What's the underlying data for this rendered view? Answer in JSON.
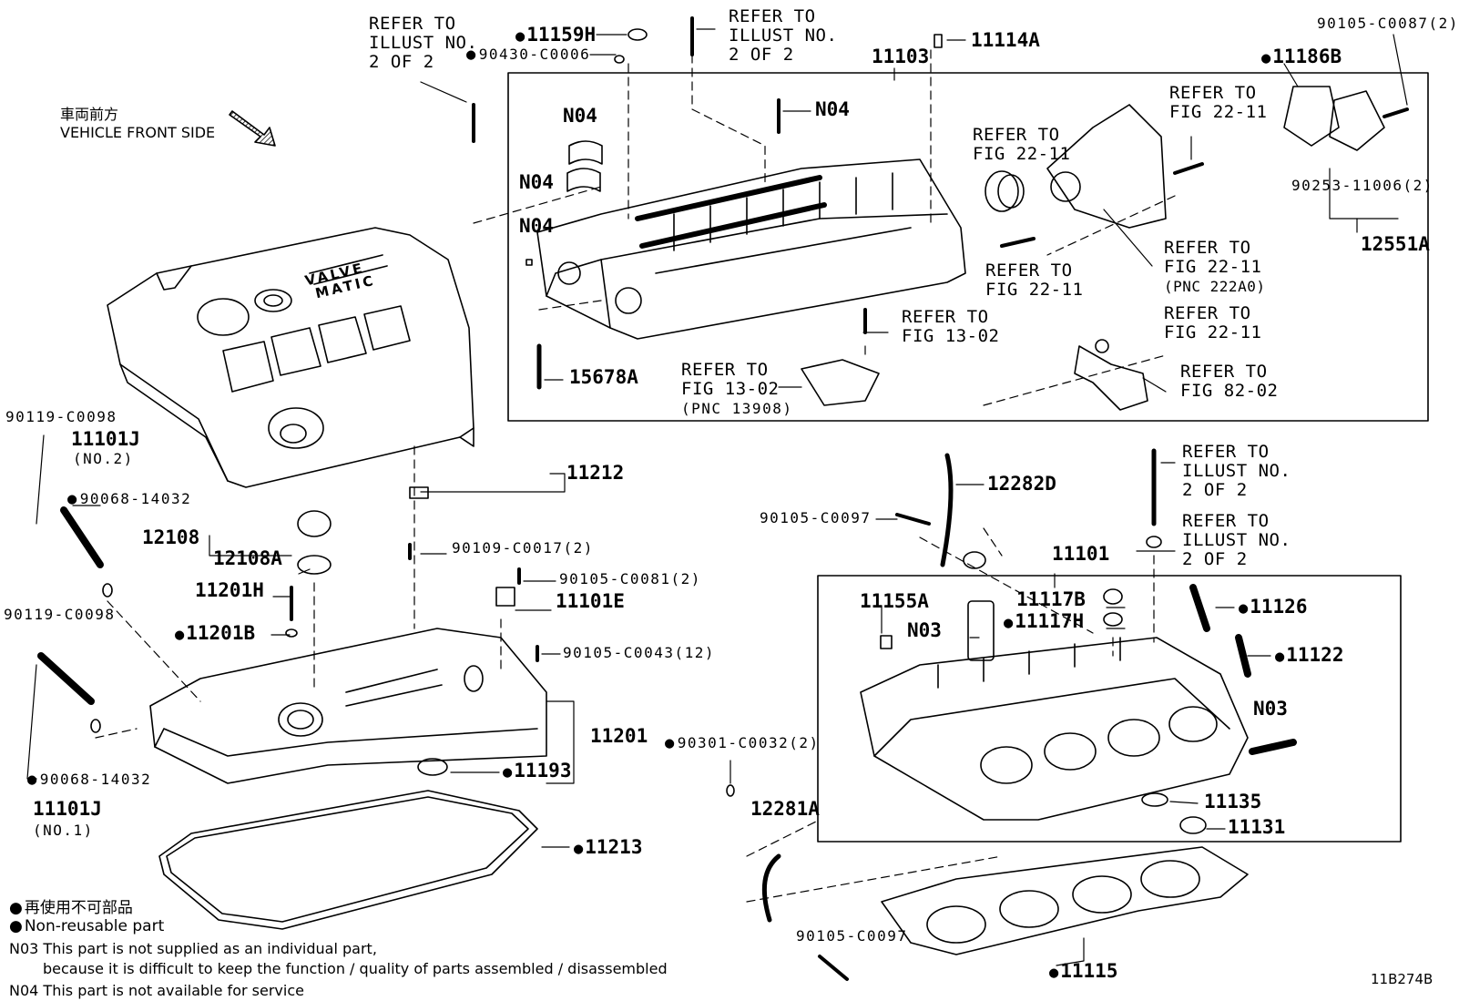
{
  "header": {
    "vehicle_front_jp": "車両前方",
    "vehicle_front_en": "VEHICLE FRONT SIDE"
  },
  "callouts": {
    "refer_top_left": [
      "REFER TO",
      "ILLUST NO.",
      "2 OF 2"
    ],
    "p11159H": "11159H",
    "p90430": "90430-C0006",
    "refer_top_center": [
      "REFER TO",
      "ILLUST NO.",
      "2 OF 2"
    ],
    "p11103": "11103",
    "p11114A": "11114A",
    "p90105_C0087": "90105-C0087(2)",
    "p11186B": "11186B",
    "n04_a": "N04",
    "n04_b": "N04",
    "n04_c": "N04",
    "n04_d": "N04",
    "refer_2211_a": [
      "REFER TO",
      "FIG 22-11"
    ],
    "refer_2211_b": [
      "REFER TO",
      "FIG 22-11"
    ],
    "refer_2211_c": [
      "REFER TO",
      "FIG 22-11"
    ],
    "refer_2211_d": [
      "REFER TO",
      "FIG 22-11",
      "(PNC 222A0)"
    ],
    "refer_2211_e": [
      "REFER TO",
      "FIG 22-11"
    ],
    "p90253": "90253-11006(2)",
    "p12551A": "12551A",
    "refer_1302_a": [
      "REFER TO",
      "FIG 13-02"
    ],
    "refer_1302_b": [
      "REFER TO",
      "FIG 13-02",
      "(PNC 13908)"
    ],
    "refer_8202": [
      "REFER TO",
      "FIG 82-02"
    ],
    "p15678A": "15678A",
    "p11212": "11212",
    "p90119_a": "90119-C0098",
    "p11101J_2": "11101J",
    "no2": "(NO.2)",
    "p90068_a": "90068-14032",
    "p12108": "12108",
    "p12108A": "12108A",
    "p90109": "90109-C0017(2)",
    "p90105_C0081": "90105-C0081(2)",
    "p11201H": "11201H",
    "p11101E": "11101E",
    "p11201B": "11201B",
    "p90105_C0043": "90105-C0043(12)",
    "p90119_b": "90119-C0098",
    "p11201": "11201",
    "p11193": "11193",
    "p90068_b": "90068-14032",
    "p11101J_1": "11101J",
    "no1": "(NO.1)",
    "p11213": "11213",
    "p12282D": "12282D",
    "p90105_C0097_a": "90105-C0097",
    "refer_illust_r1": [
      "REFER TO",
      "ILLUST NO.",
      "2 OF 2"
    ],
    "refer_illust_r2": [
      "REFER TO",
      "ILLUST NO.",
      "2 OF 2"
    ],
    "p11101": "11101",
    "p11155A": "11155A",
    "p11117B": "11117B",
    "p11126": "11126",
    "n03_a": "N03",
    "p11117H": "11117H",
    "p11122": "11122",
    "n03_b": "N03",
    "p90301": "90301-C0032(2)",
    "p12281A": "12281A",
    "p11135": "11135",
    "p11131": "11131",
    "p90105_C0097_b": "90105-C0097",
    "p11115": "11115"
  },
  "legend": {
    "nonreusable_jp": "再使用不可部品",
    "nonreusable_en": "Non-reusable part",
    "n03_line1": "N03 This part is not supplied as an individual part,",
    "n03_line2": "because it is difficult to keep the function / quality of parts assembled / disassembled",
    "n04_line": "N04 This part is not available for service"
  },
  "logo_text": [
    "VALVE",
    "MATIC"
  ],
  "figure_id": "11B274B"
}
